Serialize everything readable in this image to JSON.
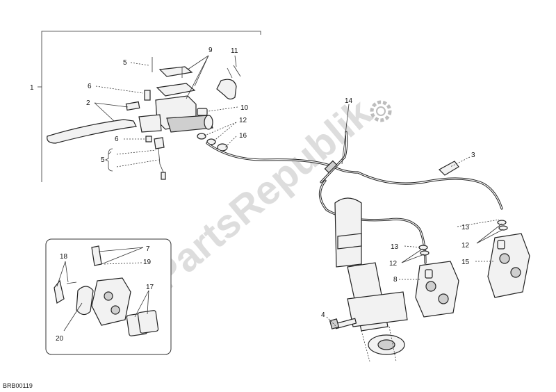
{
  "diagram_code": "BRB00119",
  "watermark": "PartsRepublik",
  "callouts": {
    "c1": "1",
    "c2": "2",
    "c3": "3",
    "c4": "4",
    "c5a": "5",
    "c5b": "5",
    "c6a": "6",
    "c6b": "6",
    "c7": "7",
    "c8": "8",
    "c9": "9",
    "c10": "10",
    "c11": "11",
    "c12a": "12",
    "c12b": "12",
    "c12c": "12",
    "c13a": "13",
    "c13b": "13",
    "c14": "14",
    "c15": "15",
    "c16": "16",
    "c17": "17",
    "c18": "18",
    "c19": "19",
    "c20": "20"
  }
}
